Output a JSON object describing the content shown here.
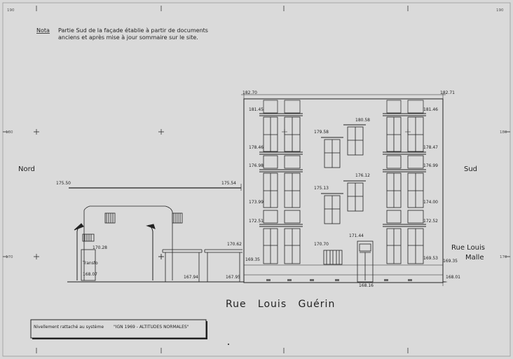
{
  "note": {
    "label": "Nota",
    "line1": "Partie Sud de la façade établie à partir de documents",
    "line2": "anciens et après mise à jour sommaire sur le site."
  },
  "directions": {
    "north": "Nord",
    "south": "Sud"
  },
  "streets": {
    "main": "Rue   Louis   Guérin",
    "side_line1": "Rue     Louis",
    "side_line2": "Malle"
  },
  "transformer_label": "Transfo",
  "frame_marks": {
    "top_left": "190",
    "top_right": "190",
    "mid_left": "180",
    "mid_right": "180",
    "low_left": "170",
    "low_right": "170"
  },
  "legend": {
    "prefix": "Nivellement rattaché au système",
    "system": "\"IGN 1969  -  ALTITUDES NORMALES\""
  },
  "elevations": {
    "top_left": "182.70",
    "top_right": "182.71",
    "l1": "181.45",
    "r1": "181.46",
    "c1": "180.58",
    "c2": "179.58",
    "l2": "178.46",
    "r2": "178.47",
    "l3": "176.98",
    "r3": "176.99",
    "c3": "176.12",
    "wall_left": "175.50",
    "wall_right": "175.54",
    "c4": "175.13",
    "l4": "173.99",
    "r4": "174.00",
    "l5": "172.51",
    "r5": "172.52",
    "door_top": "171.44",
    "c5": "170.70",
    "shed": "170.62",
    "transfo_top": "170.28",
    "ground_left": "169.35",
    "r6": "169.53",
    "ground_right": "169.35",
    "transfo_base": "168.07",
    "g1": "167.94",
    "g2": "167.95",
    "base_right": "168.01",
    "door_base": "168.16"
  }
}
